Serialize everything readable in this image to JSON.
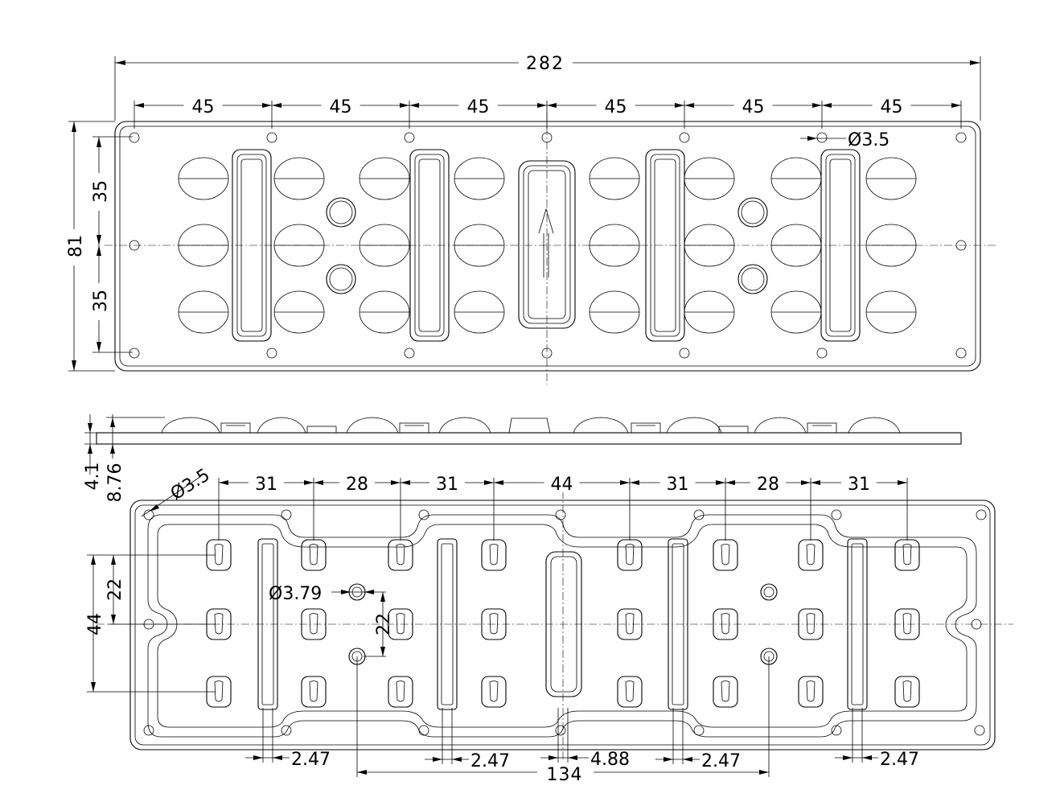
{
  "colors": {
    "ink": "#000000",
    "paper": "#ffffff"
  },
  "top_view": {
    "overall_length": "282",
    "pitch_labels": [
      "45",
      "45",
      "45",
      "45",
      "45",
      "45"
    ],
    "overall_width": "81",
    "half_width_upper": "35",
    "half_width_lower": "35",
    "hole_diameter": "Ø3.5"
  },
  "side_view": {
    "base_thickness": "4.1",
    "total_height": "8.76"
  },
  "bottom_view": {
    "corner_hole_diameter": "Ø3.5",
    "pitch_labels": [
      "31",
      "28",
      "31",
      "44",
      "31",
      "28",
      "31"
    ],
    "row_pitch": "22",
    "total_rows": "44",
    "pin_diameter": "Ø3.79",
    "pin_spacing": "22",
    "rib_widths": [
      "2.47",
      "2.47",
      "4.88",
      "2.47",
      "2.47"
    ],
    "pin_span": "134"
  }
}
